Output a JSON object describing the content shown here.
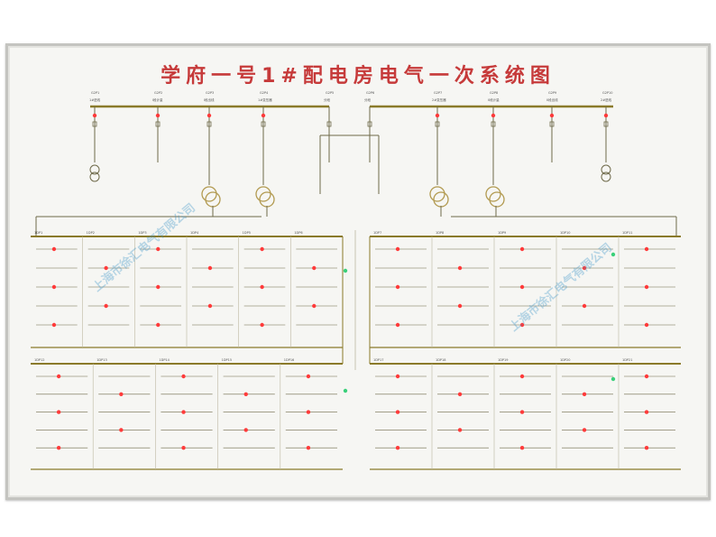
{
  "title": "学府一号1#配电房电气一次系统图",
  "top_labels": {
    "gcb": [
      "G2P1",
      "G2P2",
      "G2P3",
      "G2P4",
      "G2P5",
      "G2P6",
      "G2P7",
      "G2P8",
      "G2P9",
      "G2P10"
    ],
    "gcb_names": [
      "1#进线",
      "I段计量",
      "I段出线",
      "1#变压器",
      "分段",
      "分段",
      "2#变压器",
      "II段计量",
      "II段出线",
      "2#进线"
    ]
  },
  "low_labels": {
    "top_left": [
      "1DP1",
      "1DP2",
      "1DP3",
      "1DP4",
      "1DP5",
      "1DP6"
    ],
    "top_right": [
      "1DP7",
      "1DP8",
      "1DP9",
      "1DP10",
      "1DP11"
    ],
    "bot_left": [
      "1DP12",
      "1DP13",
      "1DP14",
      "1DP15",
      "1DP16"
    ],
    "bot_right": [
      "1DP17",
      "1DP18",
      "1DP19",
      "1DP20",
      "1DP21"
    ]
  },
  "watermark": "上海市徐汇电气有限公司",
  "colors": {
    "busbar": "#8a7a2a",
    "line": "#6f6a4a",
    "title": "#c63a3a",
    "led_red": "#ff3a3a",
    "led_green": "#3ad07a"
  }
}
